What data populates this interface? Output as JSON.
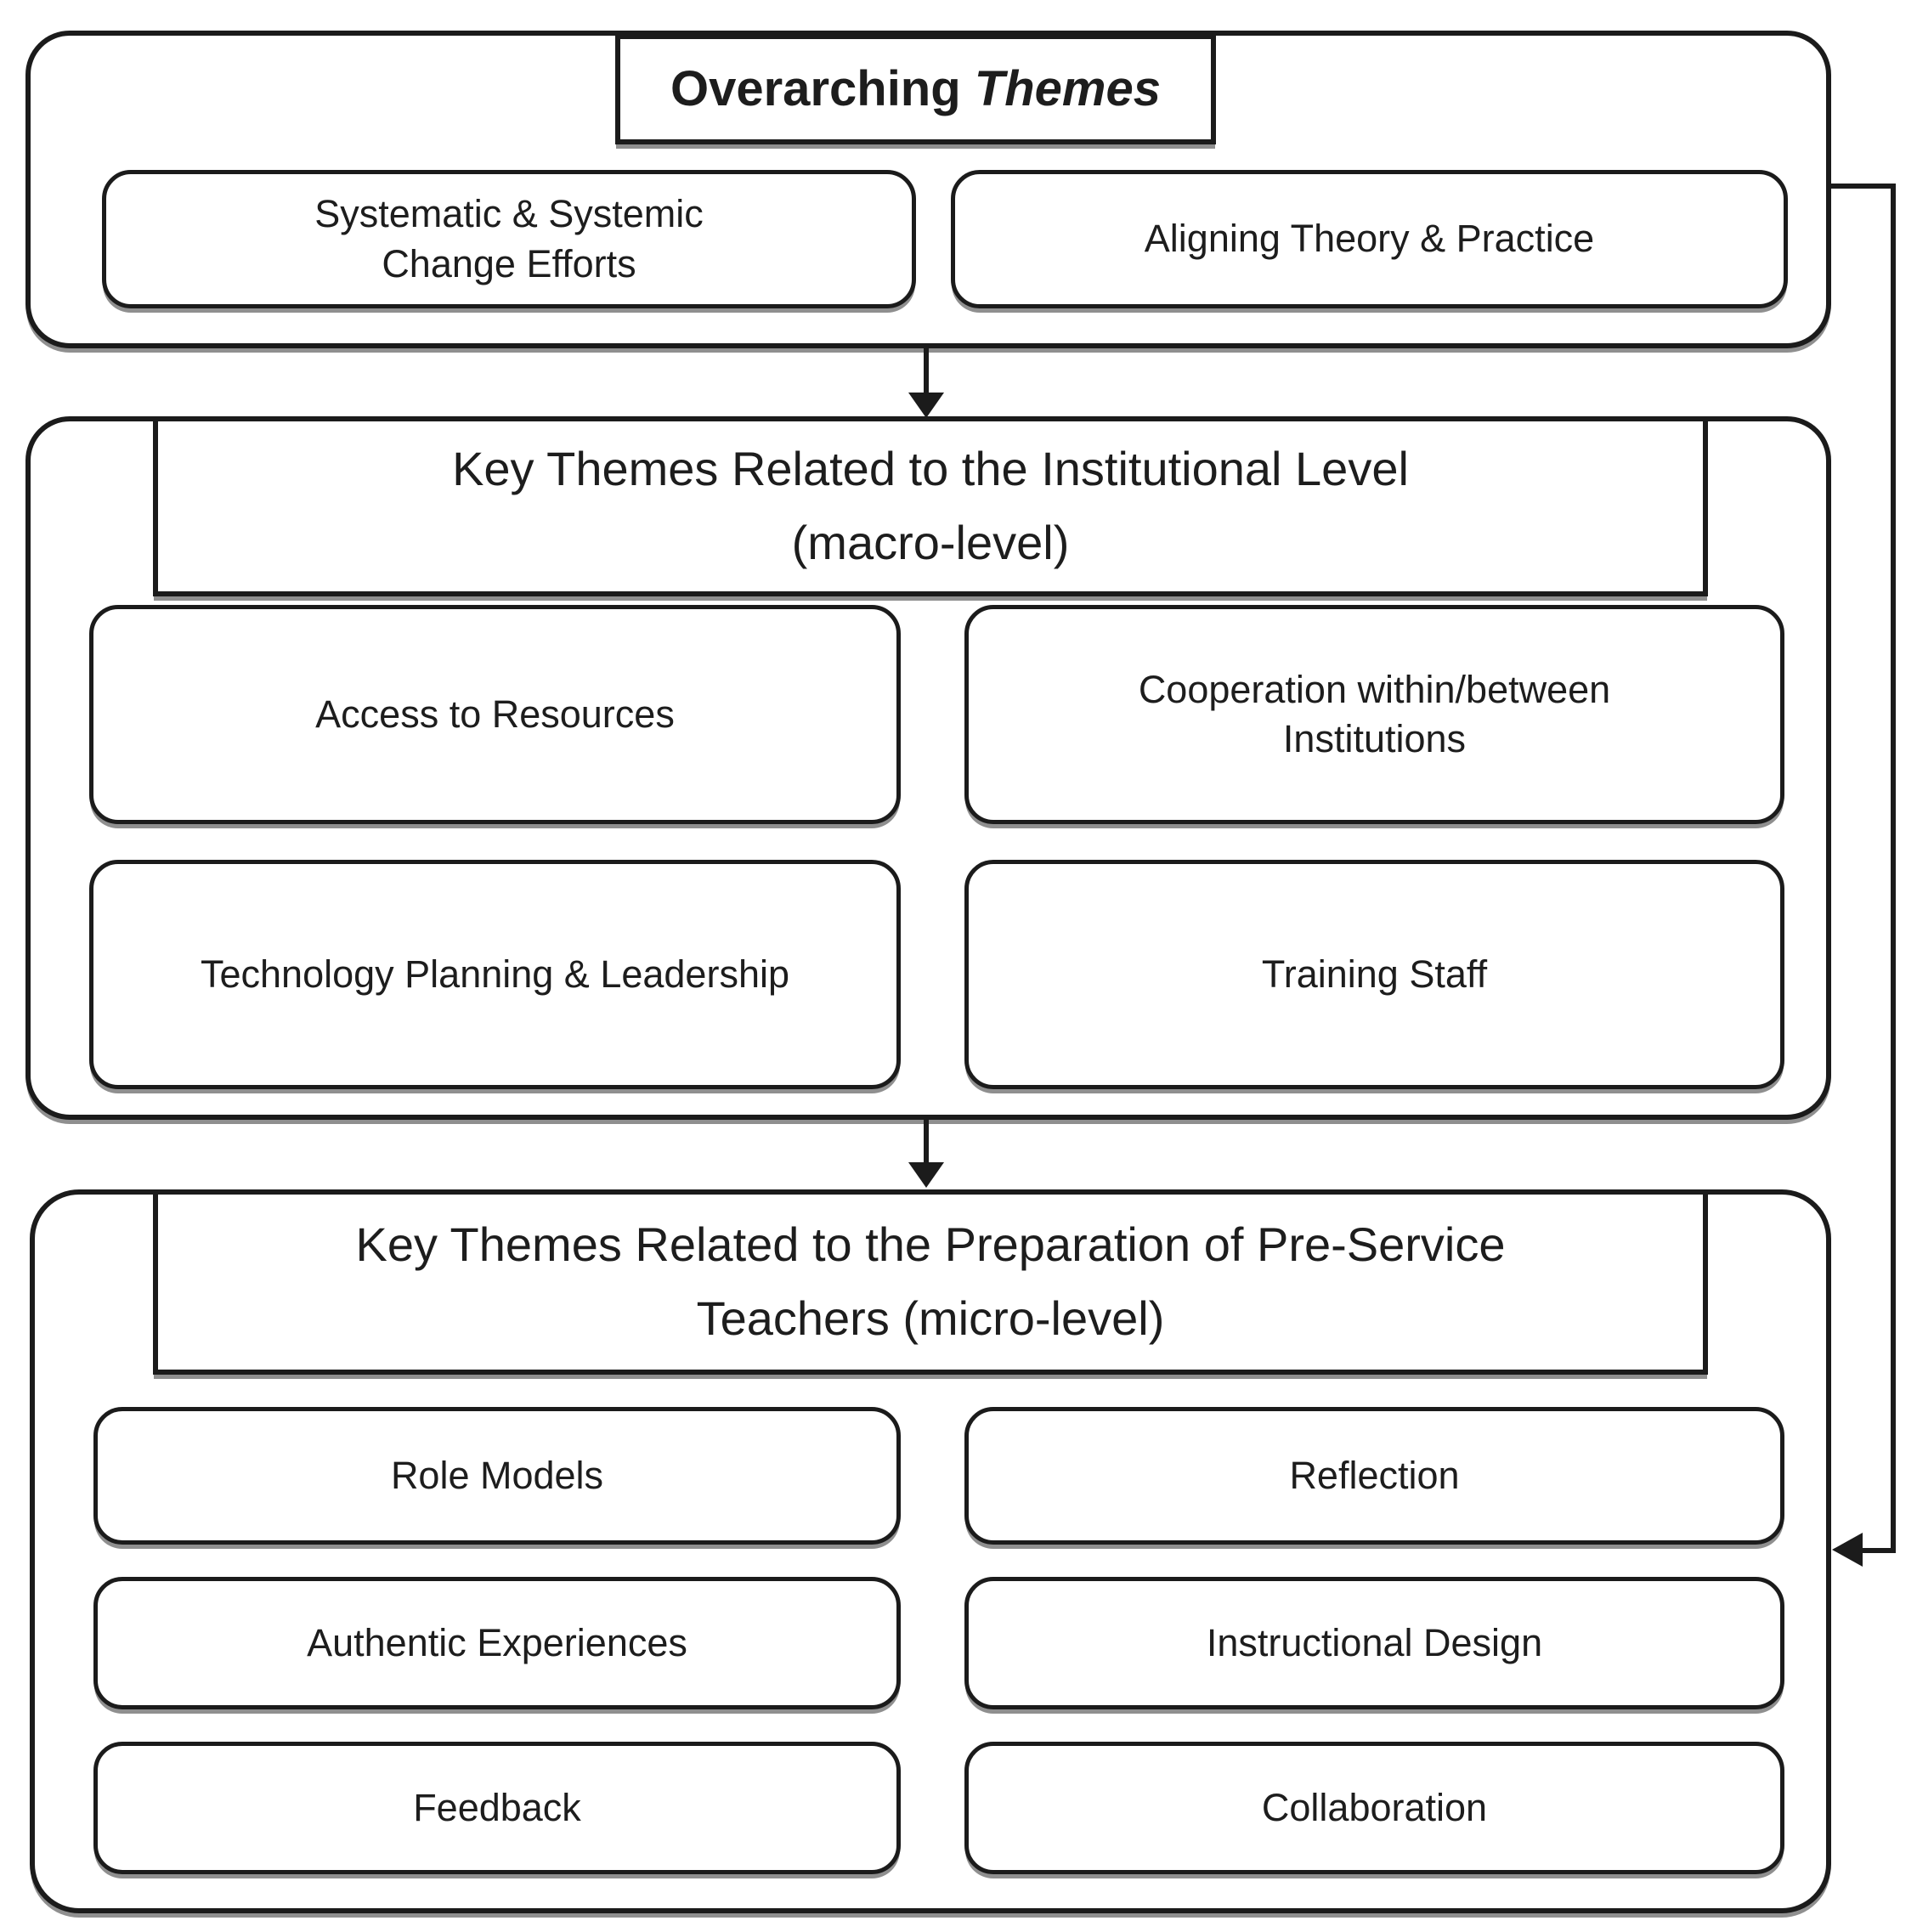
{
  "figure": {
    "kind": "flow-diagram",
    "colors": {
      "background": "#ffffff",
      "line": "#1b1b1b",
      "shadow": "#8f8f8f",
      "text": "#1d1d1d"
    },
    "overarching": {
      "title_regular": "Overarching",
      "title_italic": "Themes",
      "boxes": [
        {
          "label": "Systematic & Systemic\nChange Efforts"
        },
        {
          "label": "Aligning Theory & Practice"
        }
      ]
    },
    "institutional": {
      "title": "Key Themes Related to the Institutional Level\n(macro-level)",
      "boxes": [
        {
          "label": "Access to Resources"
        },
        {
          "label": "Cooperation within/between\nInstitutions"
        },
        {
          "label": "Technology Planning & Leadership"
        },
        {
          "label": "Training Staff"
        }
      ]
    },
    "preservice": {
      "title": "Key Themes Related to the Preparation of Pre-Service\nTeachers (micro-level)",
      "boxes": [
        {
          "label": "Role Models"
        },
        {
          "label": "Reflection"
        },
        {
          "label": "Authentic Experiences"
        },
        {
          "label": "Instructional Design"
        },
        {
          "label": "Feedback"
        },
        {
          "label": "Collaboration"
        }
      ]
    },
    "connectors": [
      {
        "name": "overarching-to-institutional",
        "type": "arrow-down"
      },
      {
        "name": "institutional-to-preservice",
        "type": "arrow-down"
      },
      {
        "name": "overarching-to-preservice-feedback",
        "type": "right-side-elbow-arrow-left"
      }
    ]
  }
}
